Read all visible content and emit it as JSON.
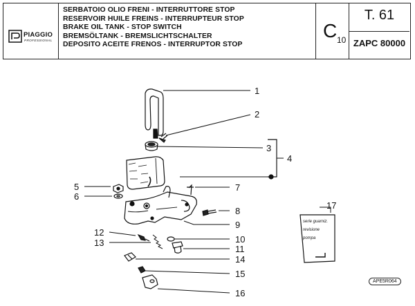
{
  "header": {
    "brand": "PIAGGIO",
    "brand_sub": "PROFESSIONAL",
    "titles": [
      "SERBATOIO OLIO FRENI - INTERRUTTORE STOP",
      "RESERVOIR HUILE FREINS - INTERRUPTEUR STOP",
      "BRAKE OIL TANK - STOP SWITCH",
      "BREMSÖLTANK - BREMSLICHTSCHALTER",
      "DEPOSITO ACEITE FRENOS - INTERRUPTOR STOP"
    ],
    "group_code": "C",
    "group_sub": "10",
    "table_no": "T. 61",
    "model": "ZAPC 80000"
  },
  "parts": {
    "p1": "1",
    "p2": "2",
    "p3": "3",
    "p4": "4",
    "p5": "5",
    "p6": "6",
    "p7": "7",
    "p8": "8",
    "p9": "9",
    "p10": "10",
    "p11": "11",
    "p12": "12",
    "p13": "13",
    "p14": "14",
    "p15": "15",
    "p16": "16",
    "p17": "17"
  },
  "label_card": [
    "serie guarniz.",
    "revisione",
    "pompa"
  ],
  "drawing_ref": "APE5R064"
}
